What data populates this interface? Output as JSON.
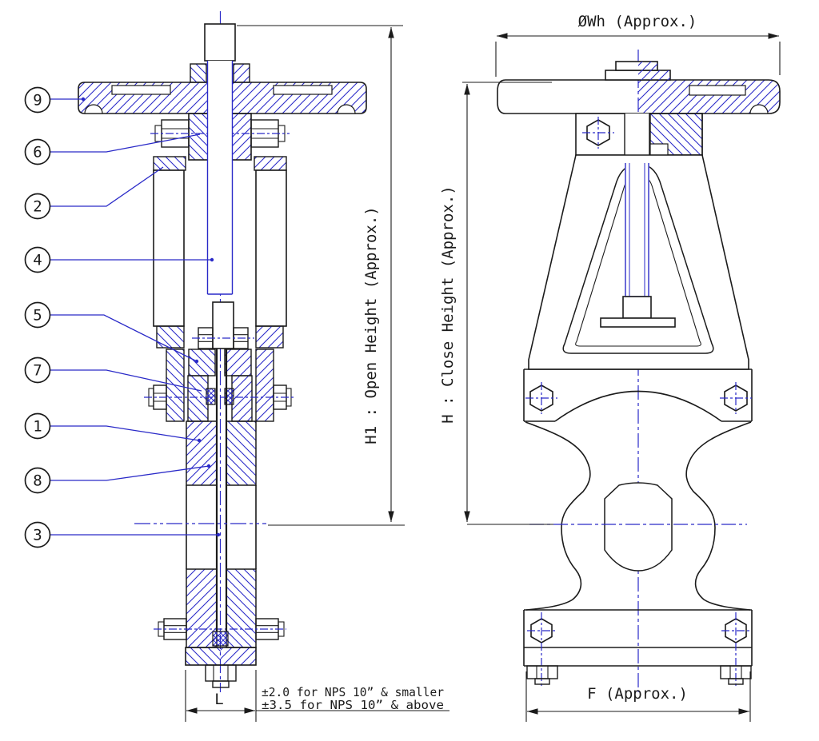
{
  "colors": {
    "ink": "#1b1b1b",
    "accent": "#2a2ac8",
    "paper": "#ffffff"
  },
  "balloons": [
    {
      "label": "9"
    },
    {
      "label": "6"
    },
    {
      "label": "2"
    },
    {
      "label": "4"
    },
    {
      "label": "5"
    },
    {
      "label": "7"
    },
    {
      "label": "1"
    },
    {
      "label": "8"
    },
    {
      "label": "3"
    }
  ],
  "dimensions": {
    "open_height": "H1 : Open Height (Approx.)",
    "close_height": "H : Close Height (Approx.)",
    "handwheel_dia": "ØWh (Approx.)",
    "face_to_face": "L",
    "flange_width": "F (Approx.)"
  },
  "notes": {
    "tolerance_line1": "±2.0 for NPS 10” & smaller",
    "tolerance_line2": "±3.5 for NPS 10” & above"
  }
}
